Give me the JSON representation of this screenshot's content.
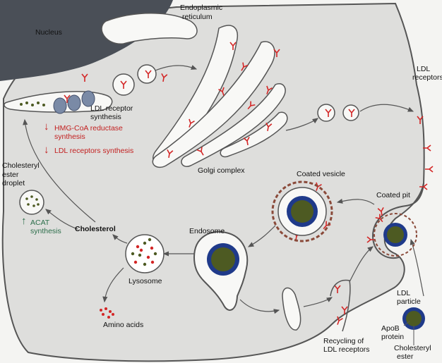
{
  "labels": {
    "nucleus": "Nucleus",
    "er_1": "Endoplasmic",
    "er_2": "reticulum",
    "ldl_receptors_1": "LDL",
    "ldl_receptors_2": "receptors",
    "ldl_receptor_synthesis_1": "LDL receptor",
    "ldl_receptor_synthesis_2": "synthesis",
    "hmg_1": "HMG-CoA reductase",
    "hmg_2": "synthesis",
    "ldl_receptors_synthesis": "LDL receptors synthesis",
    "golgi": "Golgi complex",
    "coated_vesicle": "Coated vesicle",
    "coated_pit": "Coated pit",
    "cholesteryl_droplet_1": "Cholesteryl",
    "cholesteryl_droplet_2": "ester",
    "cholesteryl_droplet_3": "droplet",
    "acat_1": "ACAT",
    "acat_2": "synthesis",
    "cholesterol": "Cholesterol",
    "endosome": "Endosome",
    "lysosome": "Lysosome",
    "amino_acids": "Amino acids",
    "recycling_1": "Recycling of",
    "recycling_2": "LDL receptors",
    "ldl_particle_1": "LDL",
    "ldl_particle_2": "particle",
    "apob_1": "ApoB",
    "apob_2": "protein",
    "chol_ester_1": "Cholesteryl",
    "chol_ester_2": "ester"
  },
  "arrows": {
    "down_1": "↓",
    "down_2": "↓",
    "up_1": "↑"
  },
  "colors": {
    "cytoplasm": "#dededc",
    "nucleus": "#4a4f57",
    "membrane": "#555555",
    "receptor": "#d32626",
    "ldl_core": "#4d5a22",
    "ldl_shell": "#1f3a8a",
    "clathrin": "#8a4a3a",
    "ribosome": "#7a8aa6",
    "down_regulation": "#c21f1f",
    "up_regulation": "#2c6e4a"
  }
}
